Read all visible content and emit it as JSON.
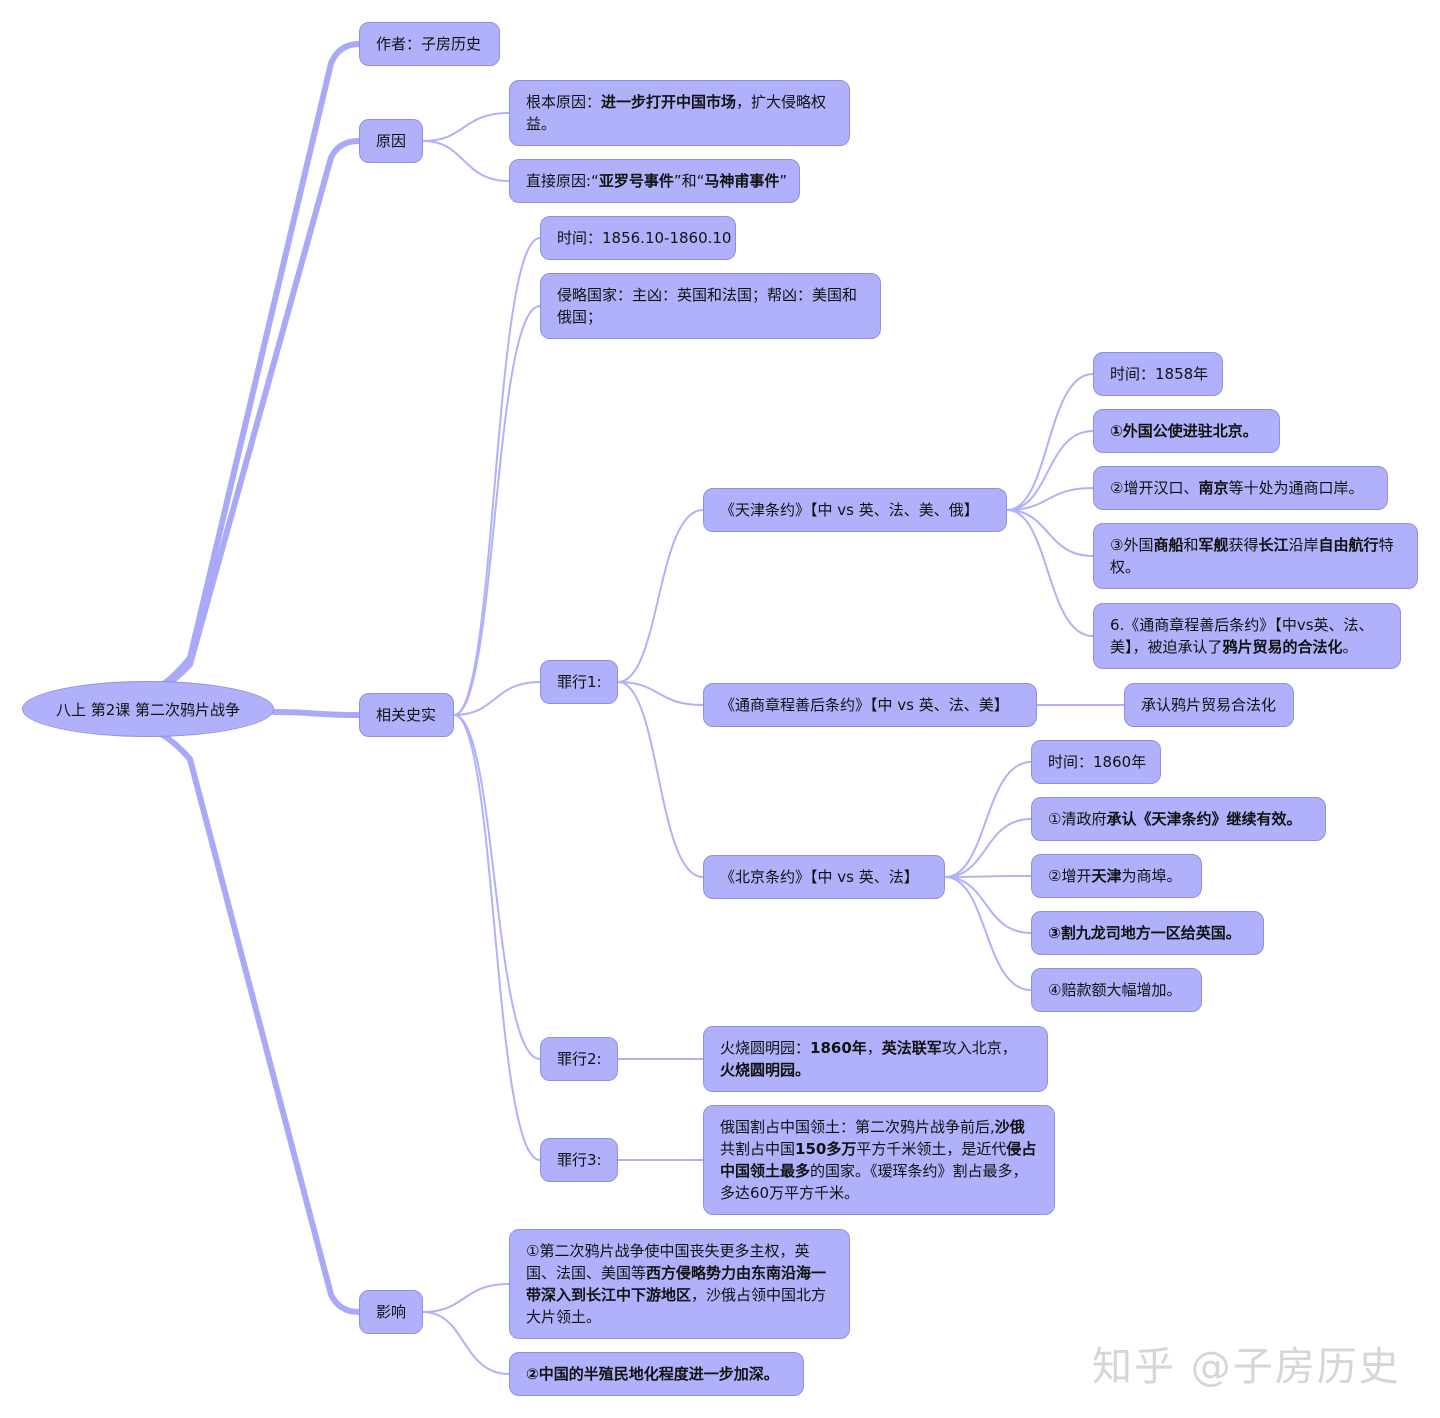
{
  "root": {
    "label": "八上 第2课 第二次鸦片战争"
  },
  "branches": {
    "author": {
      "label": "作者：子房历史"
    },
    "cause": {
      "label": "原因",
      "fundamental": {
        "prefix": "根本原因：",
        "bold": "进一步打开中国市场",
        "suffix": "，扩大侵略权益。"
      },
      "direct": {
        "prefix": "直接原因:“",
        "bold1": "亚罗号事件",
        "mid": "”和“",
        "bold2": "马神甫事件",
        "suffix": "”"
      }
    },
    "facts": {
      "label": "相关史实",
      "time": {
        "label": "时间：1856.10-1860.10"
      },
      "countries": {
        "label": "侵略国家：主凶：英国和法国；帮凶：美国和俄国；"
      },
      "crime1": {
        "label": "罪行1:",
        "tianjin": {
          "label": "《天津条约》【中 vs 英、法、美、俄】",
          "items": {
            "time": "时间：1858年",
            "i1": {
              "bold": "①外国公使进驻北京。"
            },
            "i2": {
              "p1": "②增开汉口、",
              "b1": "南京",
              "p2": "等十处为通商口岸。"
            },
            "i3": {
              "p1": "③外国",
              "b1": "商船",
              "p2": "和",
              "b2": "军舰",
              "p3": "获得",
              "b3": "长江",
              "p4": "沿岸",
              "b4": "自由航行",
              "p5": "特权。"
            },
            "i4": {
              "p1": "6.《通商章程善后条约》【中vs英、法、美】，被迫承认了",
              "b1": "鸦片贸易的合法化",
              "p2": "。"
            }
          }
        },
        "tongshang": {
          "label": "《通商章程善后条约》【中 vs 英、法、美】",
          "child": "承认鸦片贸易合法化"
        },
        "beijing": {
          "label": "《北京条约》【中 vs 英、法】",
          "items": {
            "time": "时间：1860年",
            "i1": {
              "p1": "①清政府",
              "b1": "承认《天津条约》继续有效。"
            },
            "i2": {
              "p1": "②增开",
              "b1": "天津",
              "p2": "为商埠。"
            },
            "i3": {
              "b1": "③割九龙司地方一区给英国。"
            },
            "i4": {
              "p1": "④赔款额大幅增加。"
            }
          }
        }
      },
      "crime2": {
        "label": "罪行2:",
        "detail": {
          "p1": "火烧圆明园：",
          "b1": "1860年",
          "p2": "，",
          "b2": "英法联军",
          "p3": "攻入北京，",
          "b3": "火烧圆明园。"
        }
      },
      "crime3": {
        "label": "罪行3:",
        "detail": {
          "p1": "俄国割占中国领土：第二次鸦片战争前后,",
          "b1": "沙俄",
          "p2": "共割占中国",
          "b2": "150多万",
          "p3": "平方千米领土，是近代",
          "b3": "侵占中国领土最多",
          "p4": "的国家。《瑷珲条约》割占最多，多达60万平方千米。"
        }
      }
    },
    "impact": {
      "label": "影响",
      "i1": {
        "p1": "①第二次鸦片战争使中国丧失更多主权，英国、法国、美国等",
        "b1": "西方侵略势力由东南沿海一带深入到长江中下游地区",
        "p2": "，沙俄占领中国北方大片领土。"
      },
      "i2": {
        "b1": "②中国的半殖民地化程度进一步加深。"
      }
    }
  },
  "watermark": "知乎 @子房历史",
  "colors": {
    "node_fill": "#b1b1fb",
    "node_border": "#8f8fe0",
    "link": "#b1b1fb",
    "trunk": "#a9a9f7"
  }
}
